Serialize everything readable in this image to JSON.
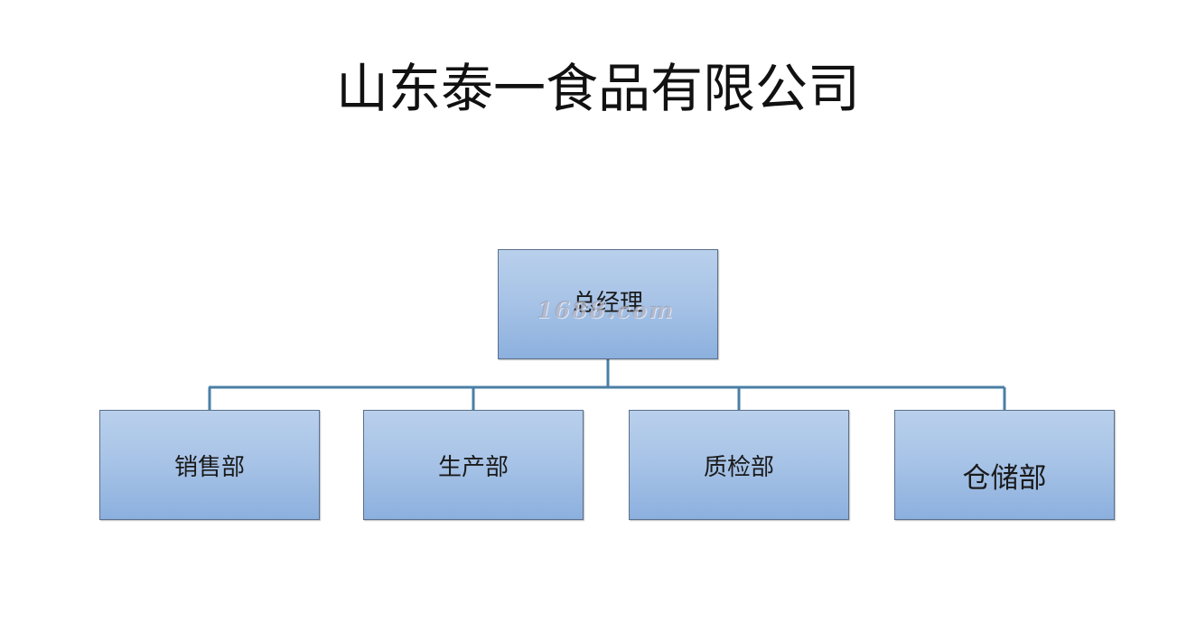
{
  "title": "山东泰一食品有限公司",
  "root": {
    "label": "总经理"
  },
  "departments": [
    {
      "label": "销售部"
    },
    {
      "label": "生产部"
    },
    {
      "label": "质检部"
    },
    {
      "label": "仓储部"
    }
  ],
  "watermark": "1688.com",
  "colors": {
    "box_fill_top": "#b9d0ec",
    "box_fill_bottom": "#8cb0de",
    "connector": "#4a7fa6"
  }
}
